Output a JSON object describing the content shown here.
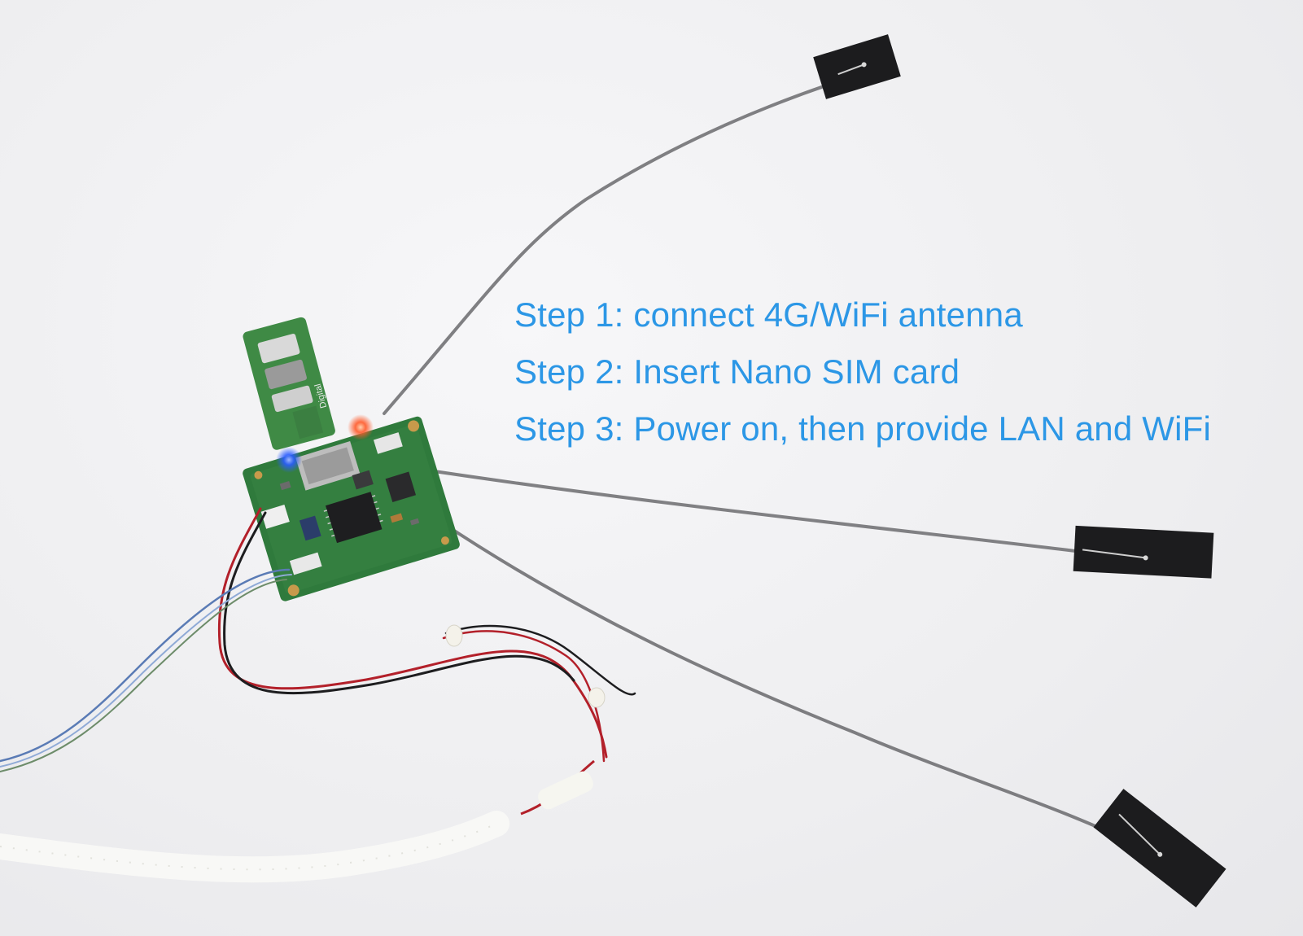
{
  "instructions": {
    "steps": [
      "Step 1: connect 4G/WiFi antenna",
      "Step 2: Insert Nano SIM card",
      "Step 3: Power on, then provide LAN and WiFi"
    ]
  },
  "board": {
    "silkscreen": "Digital"
  },
  "colors": {
    "text_accent": "#2c97e6",
    "pcb_green": "#2f7a3c",
    "antenna_black": "#1c1c1e",
    "cable_gray": "#8a8a8a",
    "led_blue": "#2a5cff",
    "led_red": "#ff5a2a"
  }
}
